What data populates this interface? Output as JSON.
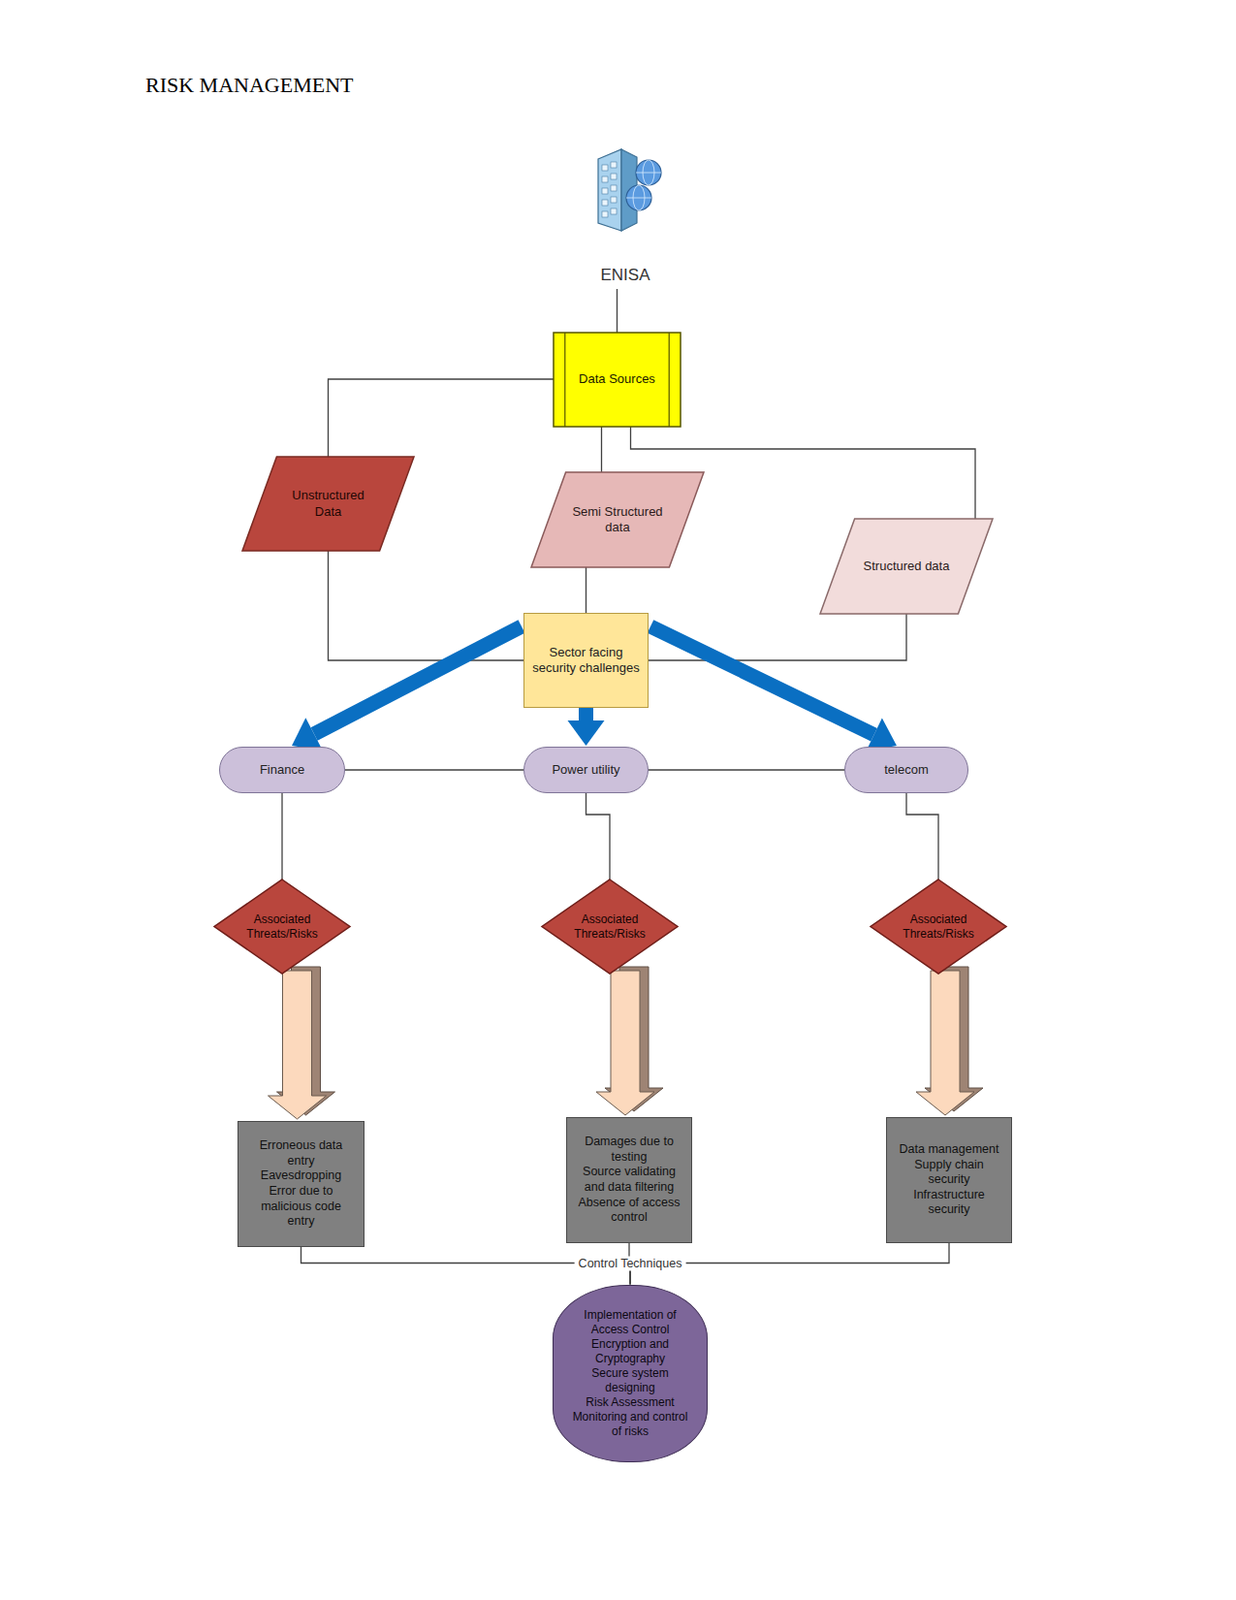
{
  "diagram": {
    "title": "RISK MANAGEMENT",
    "nodes": [
      {
        "text": [
          "ENISA"
        ]
      },
      {
        "text": [
          "Data Sources"
        ]
      },
      {
        "text": [
          "Unstructured Data"
        ]
      },
      {
        "text": [
          "Semi Structured data"
        ]
      },
      {
        "text": [
          "Structured data"
        ]
      },
      {
        "text": [
          "Sector facing security challenges"
        ]
      },
      {
        "text": [
          "Finance"
        ]
      },
      {
        "text": [
          "Power utility"
        ]
      },
      {
        "text": [
          "telecom"
        ]
      },
      {
        "text": [
          "Associated Threats/Risks"
        ]
      },
      {
        "text": [
          "Associated Threats/Risks"
        ]
      },
      {
        "text": [
          "Associated Threats/Risks"
        ]
      },
      {
        "text": [
          "Erroneous data entry",
          "Eavesdropping",
          "Error due to malicious code entry"
        ]
      },
      {
        "text": [
          "Damages due to testing",
          "Source validating and data filtering",
          "Absence of access control"
        ]
      },
      {
        "text": [
          "Data management",
          "Supply chain security",
          "Infrastructure security"
        ]
      },
      {
        "text": [
          "Implementation of Access Control",
          "Encryption and Cryptography",
          "Secure system designing",
          "Risk Assessment",
          "Monitoring and control of risks"
        ]
      }
    ],
    "edges": [
      {
        "from": 0,
        "to": 1,
        "arrow": "none"
      },
      {
        "from": 1,
        "to": 2,
        "arrow": "none"
      },
      {
        "from": 1,
        "to": 3,
        "arrow": "none"
      },
      {
        "from": 1,
        "to": 4,
        "arrow": "none"
      },
      {
        "from": 2,
        "to": 5,
        "arrow": "none"
      },
      {
        "from": 3,
        "to": 5,
        "arrow": "none"
      },
      {
        "from": 4,
        "to": 5,
        "arrow": "none"
      },
      {
        "from": 5,
        "to": 6,
        "arrow": "to"
      },
      {
        "from": 5,
        "to": 7,
        "arrow": "to"
      },
      {
        "from": 5,
        "to": 8,
        "arrow": "to"
      },
      {
        "from": 6,
        "to": 7,
        "arrow": "none"
      },
      {
        "from": 7,
        "to": 8,
        "arrow": "none"
      },
      {
        "from": 6,
        "to": 9,
        "arrow": "none"
      },
      {
        "from": 7,
        "to": 10,
        "arrow": "none"
      },
      {
        "from": 8,
        "to": 11,
        "arrow": "none"
      },
      {
        "from": 9,
        "to": 12,
        "arrow": "to"
      },
      {
        "from": 10,
        "to": 13,
        "arrow": "to"
      },
      {
        "from": 11,
        "to": 14,
        "arrow": "to"
      },
      {
        "from": 12,
        "to": 15,
        "arrow": "none"
      },
      {
        "from": 13,
        "to": 15,
        "label": "Control Techniques",
        "arrow": "none"
      },
      {
        "from": 14,
        "to": 15,
        "arrow": "none"
      }
    ]
  }
}
